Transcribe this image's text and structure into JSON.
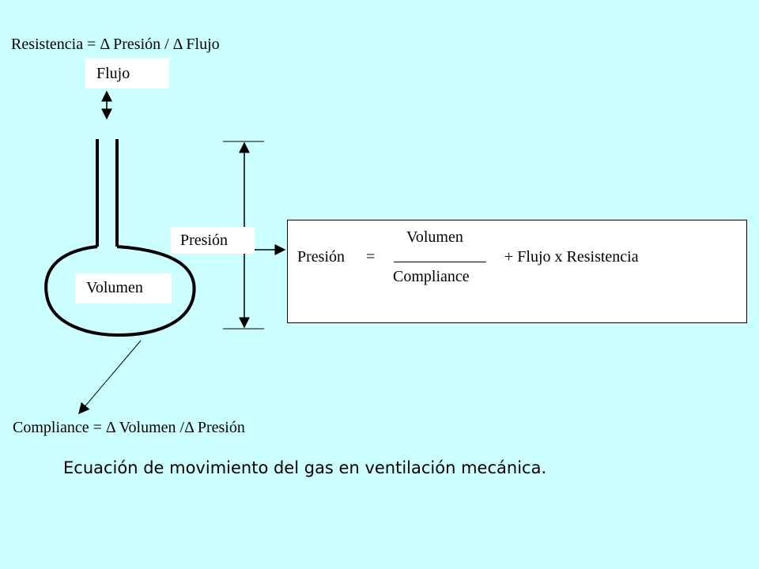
{
  "formulas": {
    "resistance": "Resistencia = Δ Presión / Δ Flujo",
    "compliance": "Compliance = Δ Volumen /Δ Presión"
  },
  "labels": {
    "flow": "Flujo",
    "pressure": "Presión",
    "volume": "Volumen"
  },
  "equation": {
    "lhs": "Presión",
    "equals": "=",
    "numerator": "Volumen",
    "denominator": "Compliance",
    "rest": "+ Flujo x Resistencia"
  },
  "caption": "Ecuación de movimiento del gas en ventilación mecánica."
}
